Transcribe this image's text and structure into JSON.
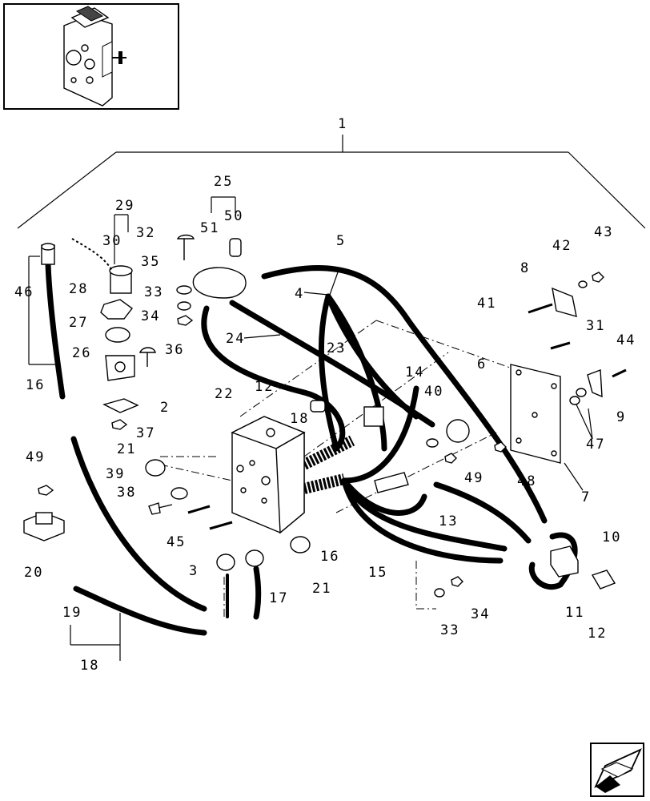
{
  "callouts": {
    "n1": "1",
    "n2": "2",
    "n3": "3",
    "n4": "4",
    "n5": "5",
    "n6": "6",
    "n7": "7",
    "n8": "8",
    "n9": "9",
    "n10": "10",
    "n11": "11",
    "n12a": "12",
    "n12b": "12",
    "n13": "13",
    "n14": "14",
    "n15": "15",
    "n16a": "16",
    "n16b": "16",
    "n17": "17",
    "n18a": "18",
    "n18b": "18",
    "n19": "19",
    "n20": "20",
    "n21a": "21",
    "n21b": "21",
    "n22": "22",
    "n23": "23",
    "n24": "24",
    "n25": "25",
    "n26": "26",
    "n27": "27",
    "n28": "28",
    "n29": "29",
    "n30": "30",
    "n31": "31",
    "n32": "32",
    "n33a": "33",
    "n33b": "33",
    "n34a": "34",
    "n34b": "34",
    "n35": "35",
    "n36": "36",
    "n37": "37",
    "n38": "38",
    "n39": "39",
    "n40": "40",
    "n41": "41",
    "n42": "42",
    "n43": "43",
    "n44": "44",
    "n45": "45",
    "n46": "46",
    "n47": "47",
    "n48": "48",
    "n49a": "49",
    "n49b": "49",
    "n50": "50",
    "n51": "51"
  },
  "icons": {
    "thumbnail": "switch-box-thumbnail-icon",
    "nav": "next-page-arrow-icon"
  }
}
